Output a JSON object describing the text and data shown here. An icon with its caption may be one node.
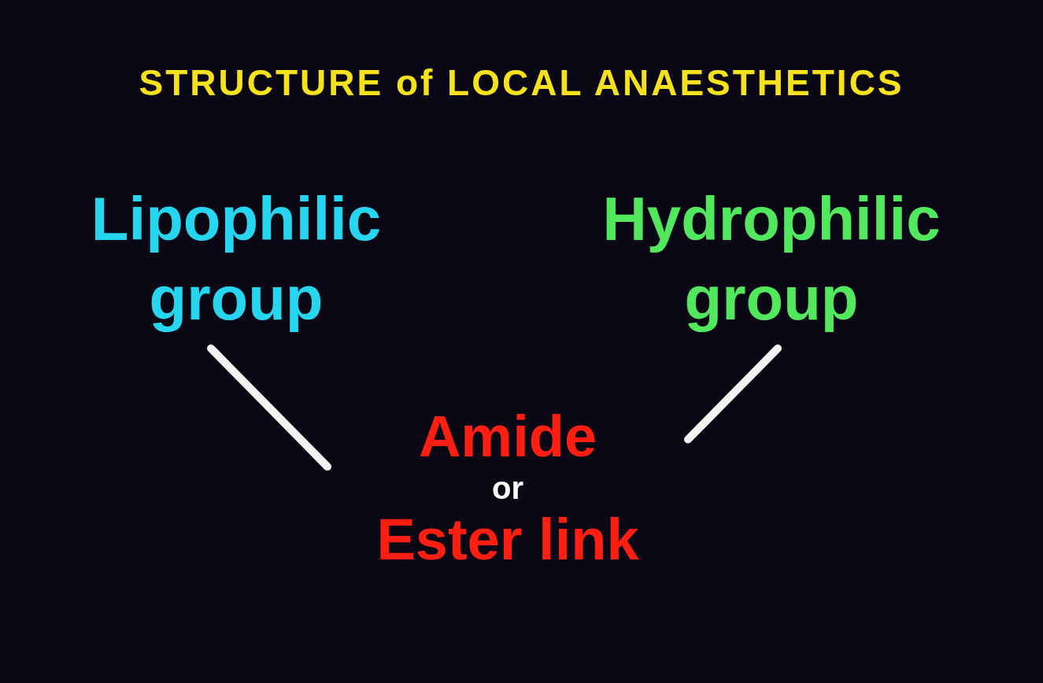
{
  "diagram": {
    "title": "STRUCTURE of LOCAL ANAESTHETICS",
    "nodes": [
      {
        "text": [
          "Lipophilic group"
        ]
      },
      {
        "text": [
          "Hydrophilic group"
        ]
      },
      {
        "text": [
          "Amide",
          "or",
          "Ester link"
        ]
      }
    ],
    "edges": [
      {
        "from": 0,
        "to": 2,
        "arrow": "none"
      },
      {
        "from": 1,
        "to": 2,
        "arrow": "none"
      }
    ]
  }
}
